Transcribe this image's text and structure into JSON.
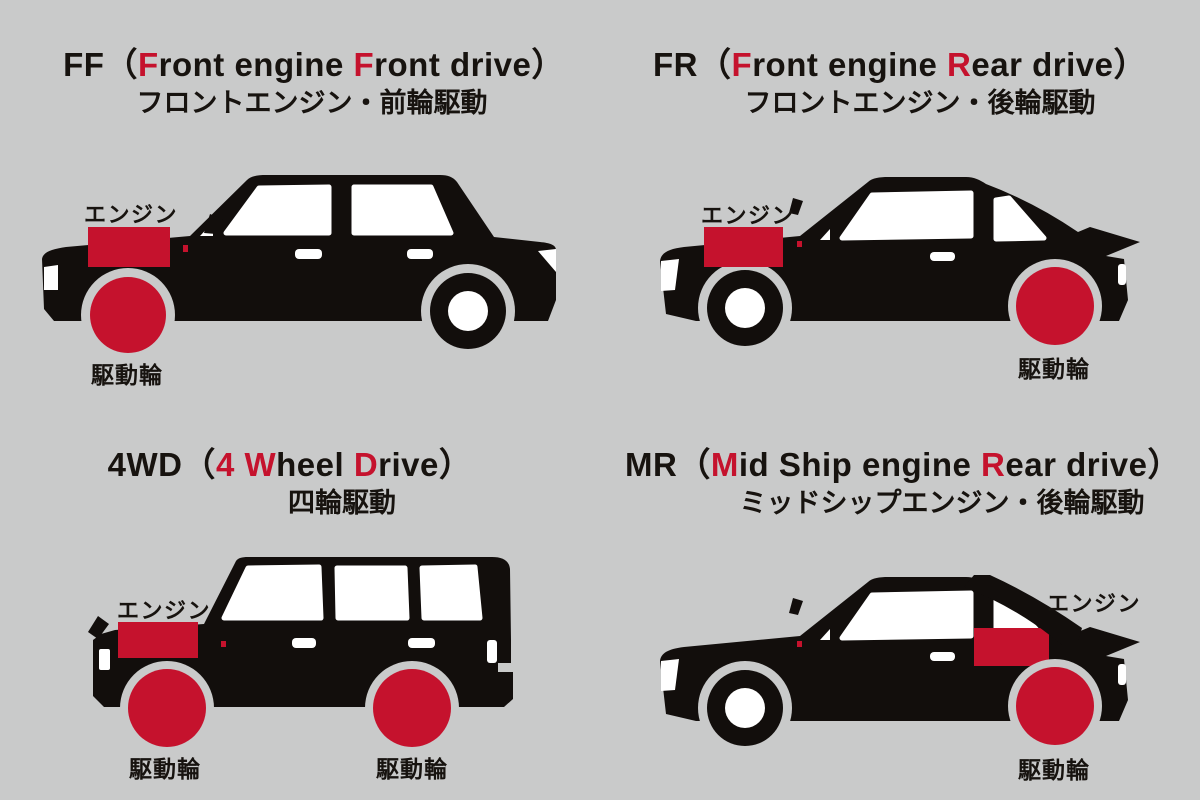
{
  "colors": {
    "background": "#c9caca",
    "body_black": "#120e0c",
    "accent_red": "#c5122d",
    "white": "#ffffff"
  },
  "panels": [
    {
      "id": "ff",
      "title_segments": [
        {
          "text": "FF（",
          "cls": "seg"
        },
        {
          "text": "F",
          "cls": "seg seg-red"
        },
        {
          "text": "ront engine ",
          "cls": "seg"
        },
        {
          "text": "F",
          "cls": "seg seg-red"
        },
        {
          "text": "ront drive）",
          "cls": "seg"
        }
      ],
      "subtitle": "フロントエンジン・前輪駆動",
      "engine_label": "エンジン",
      "wheel_labels": [
        "駆動輪"
      ],
      "drive_wheels": "front"
    },
    {
      "id": "fr",
      "title_segments": [
        {
          "text": "FR（",
          "cls": "seg"
        },
        {
          "text": "F",
          "cls": "seg seg-red"
        },
        {
          "text": "ront engine ",
          "cls": "seg"
        },
        {
          "text": "R",
          "cls": "seg seg-red"
        },
        {
          "text": "ear drive）",
          "cls": "seg"
        }
      ],
      "subtitle": "フロントエンジン・後輪駆動",
      "engine_label": "エンジン",
      "wheel_labels": [
        "駆動輪"
      ],
      "drive_wheels": "rear"
    },
    {
      "id": "4wd",
      "title_segments": [
        {
          "text": "4WD（",
          "cls": "seg"
        },
        {
          "text": "4",
          "cls": "seg seg-red"
        },
        {
          "text": " ",
          "cls": "seg"
        },
        {
          "text": "W",
          "cls": "seg seg-red"
        },
        {
          "text": "heel ",
          "cls": "seg"
        },
        {
          "text": "D",
          "cls": "seg seg-red"
        },
        {
          "text": "rive）",
          "cls": "seg"
        }
      ],
      "subtitle": "四輪駆動",
      "engine_label": "エンジン",
      "wheel_labels": [
        "駆動輪",
        "駆動輪"
      ],
      "drive_wheels": "all"
    },
    {
      "id": "mr",
      "title_segments": [
        {
          "text": "MR（",
          "cls": "seg"
        },
        {
          "text": "M",
          "cls": "seg seg-red"
        },
        {
          "text": "id Ship engine ",
          "cls": "seg"
        },
        {
          "text": "R",
          "cls": "seg seg-red"
        },
        {
          "text": "ear drive）",
          "cls": "seg"
        }
      ],
      "subtitle": "ミッドシップエンジン・後輪駆動",
      "engine_label": "エンジン",
      "wheel_labels": [
        "駆動輪"
      ],
      "drive_wheels": "rear"
    }
  ]
}
